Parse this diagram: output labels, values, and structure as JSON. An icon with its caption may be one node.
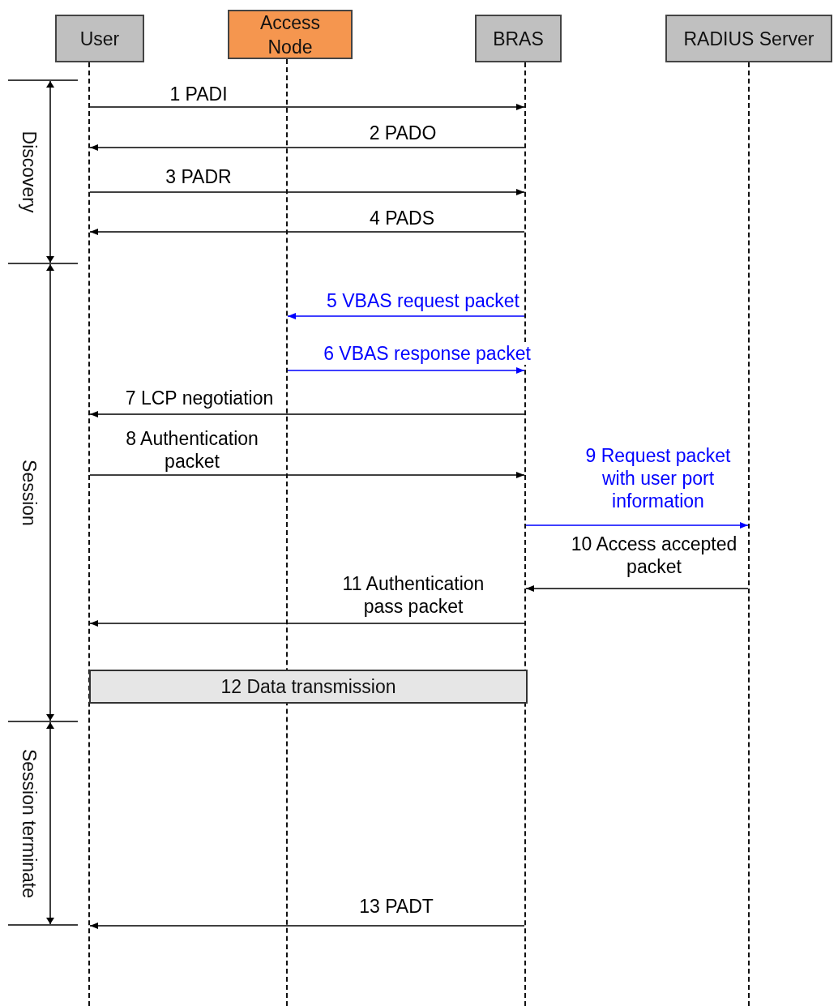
{
  "diagram": {
    "nodes": [
      {
        "text": [
          "User"
        ]
      },
      {
        "text": [
          "Access Node"
        ]
      },
      {
        "text": [
          "BRAS"
        ]
      },
      {
        "text": [
          "RADIUS Server"
        ]
      },
      {
        "text": [],
        "shape": "line"
      },
      {
        "text": [],
        "shape": "line"
      },
      {
        "text": [],
        "shape": "line"
      },
      {
        "text": [],
        "shape": "line"
      },
      {
        "text": [
          "12 Data transmission"
        ]
      }
    ],
    "edges": [
      {
        "from": 4,
        "to": 6,
        "arrow": "to",
        "label": "1  PADI"
      },
      {
        "from": 6,
        "to": 4,
        "arrow": "to",
        "label": "2 PADO"
      },
      {
        "from": 4,
        "to": 6,
        "arrow": "to",
        "label": "3  PADR"
      },
      {
        "from": 6,
        "to": 4,
        "arrow": "to",
        "label": "4 PADS"
      },
      {
        "from": 6,
        "to": 5,
        "arrow": "to",
        "label": "5 VBAS  request packet",
        "color": "#0000ff"
      },
      {
        "from": 5,
        "to": 6,
        "arrow": "to",
        "label": "6 VBAS response packet",
        "color": "#0000ff"
      },
      {
        "from": 6,
        "to": 4,
        "arrow": "to",
        "label": "7 LCP negotiation"
      },
      {
        "from": 4,
        "to": 6,
        "arrow": "to",
        "label": "8 Authentication packet"
      },
      {
        "from": 6,
        "to": 7,
        "arrow": "to",
        "label": "9 Request packet with user port information",
        "color": "#0000ff"
      },
      {
        "from": 7,
        "to": 6,
        "arrow": "to",
        "label": "10 Access accepted packet"
      },
      {
        "from": 6,
        "to": 4,
        "arrow": "to",
        "label": "11 Authentication pass packet"
      },
      {
        "from": 6,
        "to": 4,
        "arrow": "to",
        "label": "13 PADT"
      }
    ],
    "labels": [
      "Discovery",
      "Session",
      "Session terminate"
    ]
  }
}
